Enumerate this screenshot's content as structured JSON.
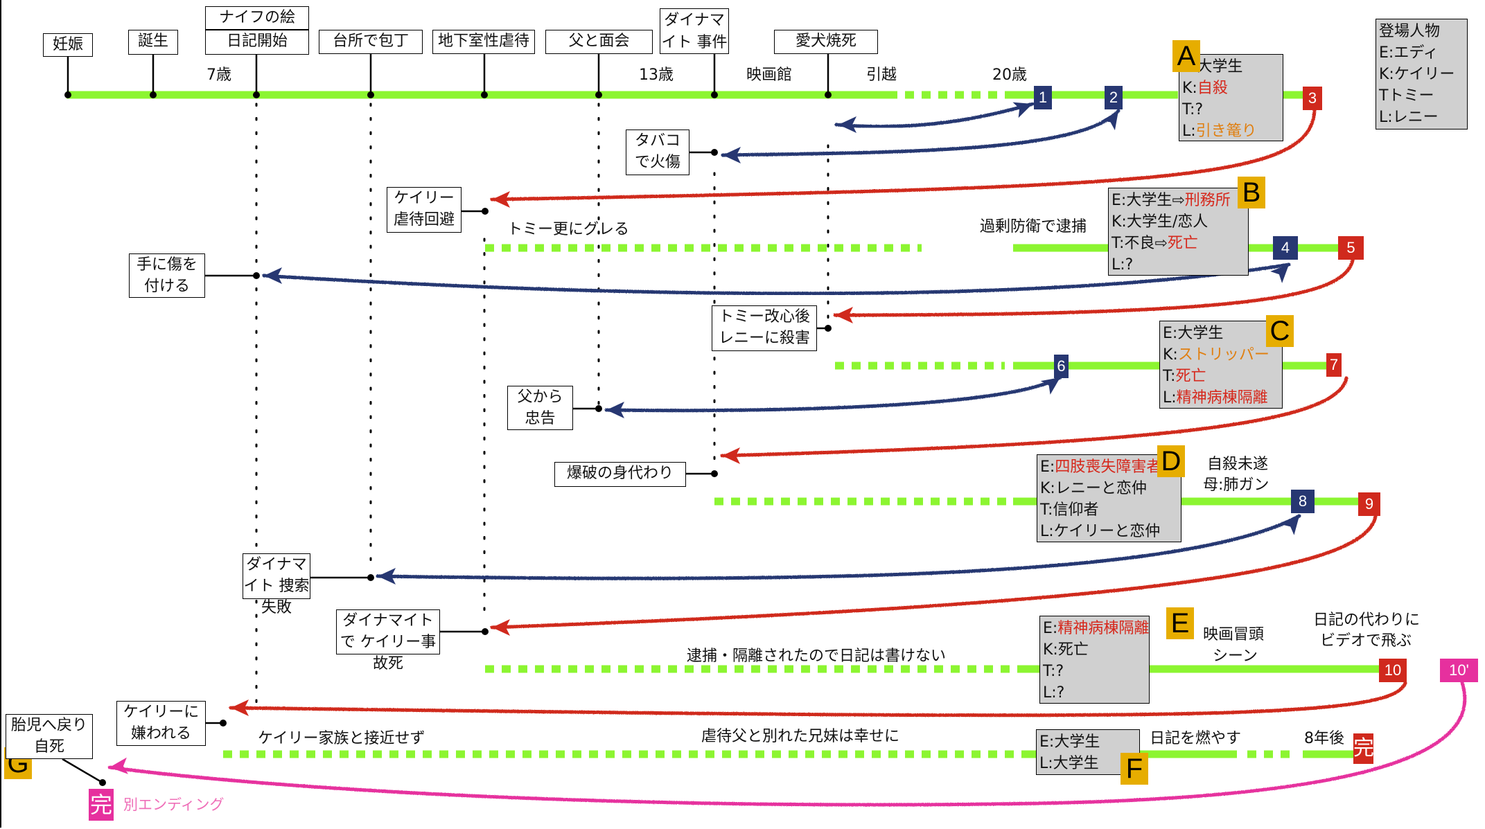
{
  "colors": {
    "timeline_green": "#8cf531",
    "arrow_navy": "#273772",
    "arrow_red": "#d0291d",
    "arrow_pink": "#e6309e",
    "letter_gold": "#e6ad00",
    "badge_navy": "#273772",
    "badge_red": "#d0291d",
    "badge_pink": "#e6309e",
    "box_gray": "#d0d0d0"
  },
  "top_events": [
    {
      "label": "妊娠"
    },
    {
      "label": "誕生"
    },
    {
      "label": "ナイフの絵"
    },
    {
      "label": "日記開始"
    },
    {
      "label": "台所で包丁"
    },
    {
      "label": "地下室性虐待"
    },
    {
      "label": "父と面会"
    },
    {
      "label": "ダイナマイト 事件"
    },
    {
      "label": "愛犬焼死"
    }
  ],
  "timeline_labels": {
    "age7": "7歳",
    "age13": "13歳",
    "cinema": "映画館",
    "move": "引越",
    "age20": "20歳"
  },
  "legend": {
    "title": "登場人物",
    "items": [
      "E:エディ",
      "K:ケイリー",
      "Tトミー",
      "L:レニー"
    ]
  },
  "badges": [
    {
      "id": "1",
      "color": "navy"
    },
    {
      "id": "2",
      "color": "navy"
    },
    {
      "id": "3",
      "color": "red"
    },
    {
      "id": "4",
      "color": "navy"
    },
    {
      "id": "5",
      "color": "red"
    },
    {
      "id": "6",
      "color": "navy"
    },
    {
      "id": "7",
      "color": "red"
    },
    {
      "id": "8",
      "color": "navy"
    },
    {
      "id": "9",
      "color": "red"
    },
    {
      "id": "10",
      "color": "red"
    },
    {
      "id": "10'",
      "color": "pink"
    },
    {
      "id": "完",
      "color": "red"
    },
    {
      "id": "完",
      "color": "pink"
    }
  ],
  "outcomes": {
    "A": {
      "letter": "A",
      "lines": [
        {
          "prefix": "E:",
          "text": "大学生",
          "style": "normal"
        },
        {
          "prefix": "K:",
          "text": "自殺",
          "style": "red"
        },
        {
          "prefix": "T:",
          "text": "?",
          "style": "normal"
        },
        {
          "prefix": "L:",
          "text": "引き篭り",
          "style": "orange"
        }
      ]
    },
    "B": {
      "letter": "B",
      "lines": [
        {
          "prefix": "E:大学生⇨",
          "text": "刑務所",
          "style": "red"
        },
        {
          "prefix": "K:",
          "text": "大学生/恋人",
          "style": "normal"
        },
        {
          "prefix": "T:不良⇨",
          "text": "死亡",
          "style": "red"
        },
        {
          "prefix": "L:",
          "text": "?",
          "style": "normal"
        }
      ]
    },
    "C": {
      "letter": "C",
      "lines": [
        {
          "prefix": "E:",
          "text": "大学生",
          "style": "normal"
        },
        {
          "prefix": "K:",
          "text": "ストリッパー",
          "style": "orange"
        },
        {
          "prefix": "T:",
          "text": "死亡",
          "style": "red"
        },
        {
          "prefix": "L:",
          "text": "精神病棟隔離",
          "style": "red"
        }
      ]
    },
    "D": {
      "letter": "D",
      "lines": [
        {
          "prefix": "E:",
          "text": "四肢喪失障害者",
          "style": "red"
        },
        {
          "prefix": "K:",
          "text": "レニーと恋仲",
          "style": "normal"
        },
        {
          "prefix": "T:",
          "text": "信仰者",
          "style": "normal"
        },
        {
          "prefix": "L:",
          "text": "ケイリーと恋仲",
          "style": "normal"
        }
      ]
    },
    "E": {
      "letter": "E",
      "lines": [
        {
          "prefix": "E:",
          "text": "精神病棟隔離",
          "style": "red"
        },
        {
          "prefix": "K:",
          "text": "死亡",
          "style": "normal"
        },
        {
          "prefix": "T:",
          "text": "?",
          "style": "normal"
        },
        {
          "prefix": "L:",
          "text": "?",
          "style": "normal"
        }
      ]
    },
    "F": {
      "letter": "F",
      "lines": [
        {
          "prefix": "E:",
          "text": "大学生",
          "style": "normal"
        },
        {
          "prefix": "L:",
          "text": "大学生",
          "style": "normal"
        }
      ]
    },
    "G": {
      "letter": "G"
    }
  },
  "branch_events": {
    "tabako": "タバコ で火傷",
    "kayley_avoid": "ケイリー 虐待回避",
    "hand_wound": "手に傷を 付ける",
    "tommy_reform": "トミー改心後 レニーに殺害",
    "father_advice": "父から 忠告",
    "explosion": "爆破の身代わり",
    "dynamite_fail": "ダイナマイト 捜索失敗",
    "dynamite_accident": "ダイナマイトで ケイリー事故死",
    "kayley_hate": "ケイリーに 嫌われる",
    "fetus": "胎児へ戻り 自死"
  },
  "annotations": {
    "tommy_worse": "トミー更にグレる",
    "self_defense": "過剰防衛で逮捕",
    "suicide_fail": "自殺未遂",
    "mother_cancer": "母:肺ガン",
    "arrested": "逮捕・隔離されたので日記は書けない",
    "movie_opening_1": "映画冒頭",
    "movie_opening_2": "シーン",
    "video_1": "日記の代わりに",
    "video_2": "ビデオで飛ぶ",
    "no_contact": "ケイリー家族と接近せず",
    "siblings_happy": "虐待父と別れた兄妹は幸せに",
    "burn_diary": "日記を燃やす",
    "eight_years": "8年後",
    "alt_ending": "別エンディング"
  }
}
